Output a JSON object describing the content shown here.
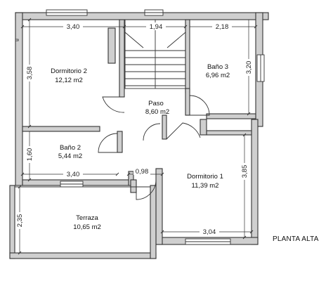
{
  "plan": {
    "title": "PLANTA ALTA",
    "rooms": {
      "dormitorio2": {
        "name": "Dormitorio 2",
        "area": "12,12 m2"
      },
      "bano3": {
        "name": "Baño 3",
        "area": "6,96 m2"
      },
      "paso": {
        "name": "Paso",
        "area": "8,60 m2"
      },
      "bano2": {
        "name": "Baño 2",
        "area": "5,44 m2"
      },
      "dormitorio1": {
        "name": "Dormitorio 1",
        "area": "11,39 m2"
      },
      "terraza": {
        "name": "Terraza",
        "area": "10,65 m2"
      }
    },
    "dimensions": {
      "top_left": "3,40",
      "top_stair": "1,94",
      "top_right": "2,18",
      "left_dorm2": "3,58",
      "right_bano3": "3,20",
      "left_bano2": "1,60",
      "bano2_width": "3,40",
      "hall_width": "0,98",
      "right_dorm1": "3,85",
      "dorm1_width": "3,04",
      "left_terraza": "2,35"
    }
  }
}
